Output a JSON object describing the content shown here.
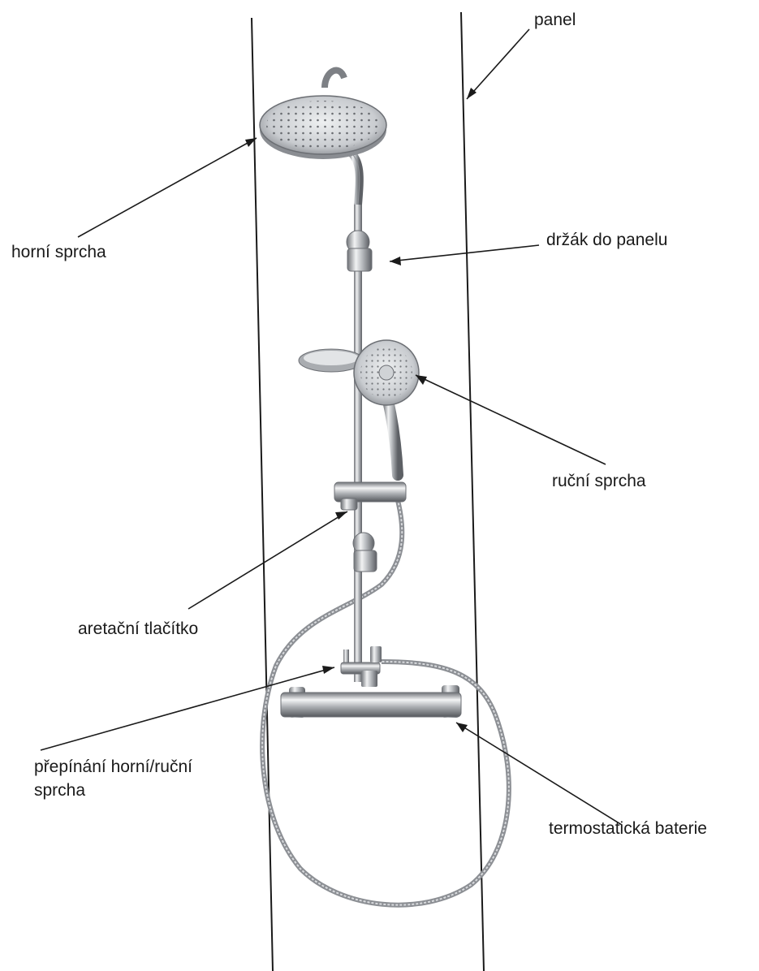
{
  "labels": {
    "panel": "panel",
    "horni_sprcha": "horní sprcha",
    "drzak_do_panelu": "držák do panelu",
    "rucni_sprcha": "ruční sprcha",
    "aretacni_tlacitko": "aretační tlačítko",
    "prepinani_line1": "přepínání horní/ruční",
    "prepinani_line2": "sprcha",
    "termostaticka_baterie": "termostatická baterie"
  },
  "colors": {
    "ink": "#1a1a1a",
    "chrome_dark": "#7a7d82",
    "chrome_light": "#e6e8ea",
    "paper": "#ffffff"
  }
}
